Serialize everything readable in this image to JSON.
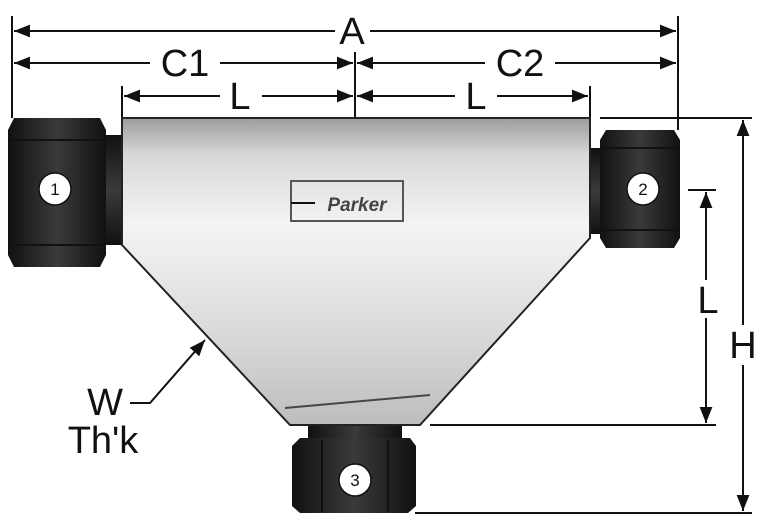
{
  "dimensions": {
    "overall_length": "A",
    "center_left": "C1",
    "center_right": "C2",
    "length_left": "L",
    "length_right": "L",
    "length_vertical": "L",
    "height": "H",
    "wall_thickness_line1": "W",
    "wall_thickness_line2": "Th'k"
  },
  "ports": [
    "1",
    "2",
    "3"
  ],
  "logo": "Parker",
  "colors": {
    "nut": "#1c1c1c",
    "body_light": "#f2f2f2",
    "body_dark": "#9a9a9a",
    "line": "#111111"
  }
}
